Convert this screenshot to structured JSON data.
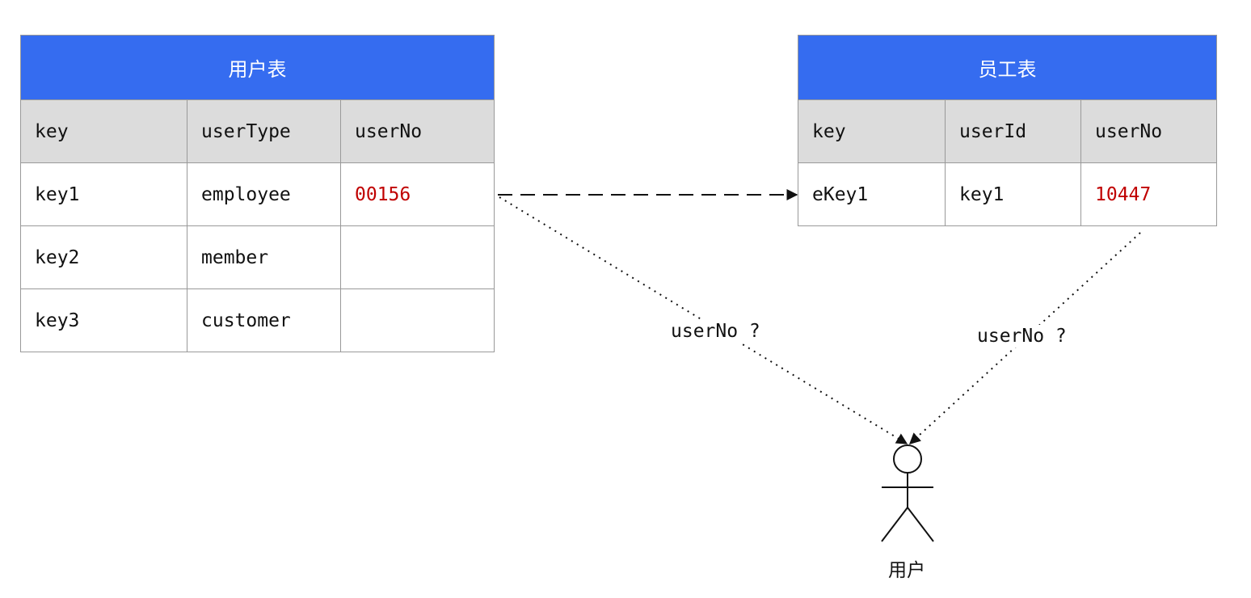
{
  "user_table": {
    "title": "用户表",
    "columns": [
      "key",
      "userType",
      "userNo"
    ],
    "rows": [
      [
        "key1",
        "employee",
        "00156"
      ],
      [
        "key2",
        "member",
        ""
      ],
      [
        "key3",
        "customer",
        ""
      ]
    ]
  },
  "employee_table": {
    "title": "员工表",
    "columns": [
      "key",
      "userId",
      "userNo"
    ],
    "rows": [
      [
        "eKey1",
        "key1",
        "10447"
      ]
    ]
  },
  "edges": {
    "left_label": "userNo ?",
    "right_label": "userNo ?"
  },
  "actor": {
    "label": "用户"
  },
  "colors": {
    "header_blue": "#356cf0",
    "header_gray": "#dcdcdc",
    "highlight_red": "#c00000",
    "border": "#999999"
  }
}
